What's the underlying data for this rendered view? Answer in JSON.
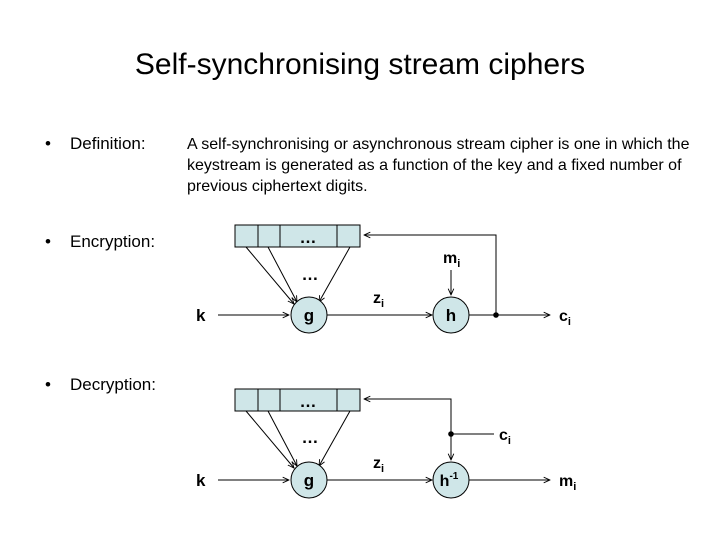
{
  "title": "Self-synchronising stream ciphers",
  "bullets": {
    "symbol": "•",
    "definition_label": "Definition:",
    "definition_text": "A self-synchronising or asynchronous stream cipher is one in which the keystream is generated as a function of the key and a fixed number of previous ciphertext digits.",
    "encryption_label": "Encryption:",
    "decryption_label": "Decryption:"
  },
  "colors": {
    "register_fill": "#cfe6e8",
    "node_fill": "#cfe6e8",
    "stroke": "#000000"
  },
  "encryption": {
    "register_dots": "…",
    "middle_dots": "…",
    "key": "k",
    "g": "g",
    "h": "h",
    "z": "z",
    "z_sub": "i",
    "m": "m",
    "m_sub": "i",
    "c": "c",
    "c_sub": "i"
  },
  "decryption": {
    "register_dots": "…",
    "middle_dots": "…",
    "key": "k",
    "g": "g",
    "h": "h",
    "h_sup": "-1",
    "z": "z",
    "z_sub": "i",
    "c": "c",
    "c_sub": "i",
    "m": "m",
    "m_sub": "i"
  }
}
